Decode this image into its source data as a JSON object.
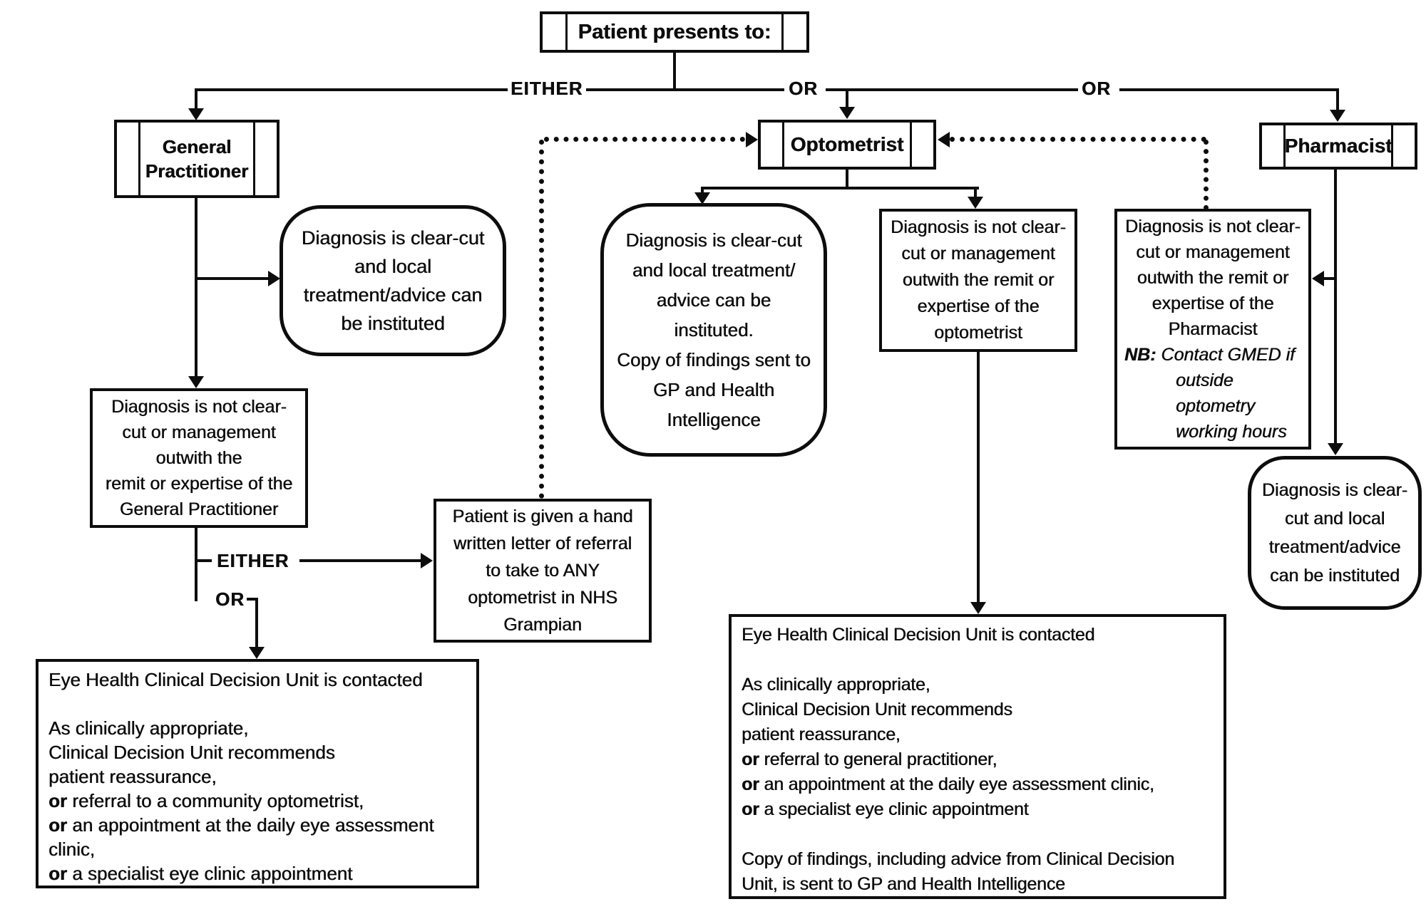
{
  "diagram": {
    "description": "NHS Grampian eye health patient presentation flowchart",
    "colors": {
      "ink": "#0d0d0d",
      "paper": "#ffffff"
    },
    "labels": {
      "either_top": "EITHER",
      "or_top_1": "OR",
      "or_top_2": "OR",
      "either_gp": "EITHER",
      "or_gp": "OR"
    },
    "nodes": {
      "patient": {
        "label": "Patient presents to:"
      },
      "gp": {
        "lines": [
          "General",
          "Practitioner"
        ]
      },
      "gpClear": {
        "lines": [
          "Diagnosis is clear-cut",
          "and local",
          "treatment/advice can",
          "be instituted"
        ]
      },
      "gpNotClear": {
        "lines": [
          "Diagnosis is not clear-",
          "cut or management",
          "outwith the",
          "remit or expertise of the",
          "General Practitioner"
        ]
      },
      "letter": {
        "lines": [
          "Patient is given a hand",
          "written letter of referral",
          "to take to ANY",
          "optometrist in NHS",
          "Grampian"
        ]
      },
      "cduLeft": {
        "lines": [
          "Eye Health Clinical Decision Unit is contacted",
          "",
          "As clinically appropriate,",
          "Clinical Decision Unit recommends",
          "patient reassurance,",
          {
            "seg": [
              {
                "t": "or ",
                "b": true
              },
              {
                "t": "referral to a community optometrist,"
              }
            ]
          },
          {
            "seg": [
              {
                "t": "or ",
                "b": true
              },
              {
                "t": "an appointment at the daily eye assessment"
              }
            ]
          },
          "clinic,",
          {
            "seg": [
              {
                "t": "or ",
                "b": true
              },
              {
                "t": "a specialist eye clinic appointment"
              }
            ]
          }
        ]
      },
      "optometrist": {
        "label": "Optometrist"
      },
      "optClear": {
        "lines": [
          "Diagnosis is clear-cut",
          "and local treatment/",
          "advice can be",
          "instituted.",
          "Copy of findings sent to",
          "GP and Health",
          "Intelligence"
        ]
      },
      "optNotClear": {
        "lines": [
          "Diagnosis is not clear-",
          "cut or management",
          "outwith the remit or",
          "expertise of the",
          "optometrist"
        ]
      },
      "cduMiddle": {
        "lines": [
          "Eye Health Clinical Decision Unit is contacted",
          "",
          "As clinically appropriate,",
          "Clinical Decision Unit recommends",
          "patient reassurance,",
          {
            "seg": [
              {
                "t": "or ",
                "b": true
              },
              {
                "t": "referral to general practitioner,"
              }
            ]
          },
          {
            "seg": [
              {
                "t": "or ",
                "b": true
              },
              {
                "t": "an appointment at the daily eye assessment clinic,"
              }
            ]
          },
          {
            "seg": [
              {
                "t": "or ",
                "b": true
              },
              {
                "t": "a specialist eye clinic appointment"
              }
            ]
          },
          "",
          "Copy of findings, including advice from Clinical Decision",
          "Unit, is sent to GP and Health Intelligence"
        ]
      },
      "pharmacist": {
        "label": "Pharmacist"
      },
      "pharmNotClear": {
        "lines": [
          "Diagnosis is not clear-",
          "cut or management",
          "outwith the remit or",
          "expertise of the",
          "Pharmacist",
          {
            "seg": [
              {
                "t": "NB: ",
                "b": true,
                "i": true
              },
              {
                "t": "Contact GMED if",
                "i": true
              }
            ],
            "align": "left"
          },
          {
            "seg": [
              {
                "t": "outside",
                "i": true
              }
            ],
            "align": "left",
            "indent": 72
          },
          {
            "seg": [
              {
                "t": "optometry",
                "i": true
              }
            ],
            "align": "left",
            "indent": 72
          },
          {
            "seg": [
              {
                "t": "working hours",
                "i": true
              }
            ],
            "align": "left",
            "indent": 72
          }
        ]
      },
      "pharmClear": {
        "lines": [
          "Diagnosis is clear-",
          "cut and local",
          "treatment/advice",
          "can be instituted"
        ]
      }
    }
  }
}
